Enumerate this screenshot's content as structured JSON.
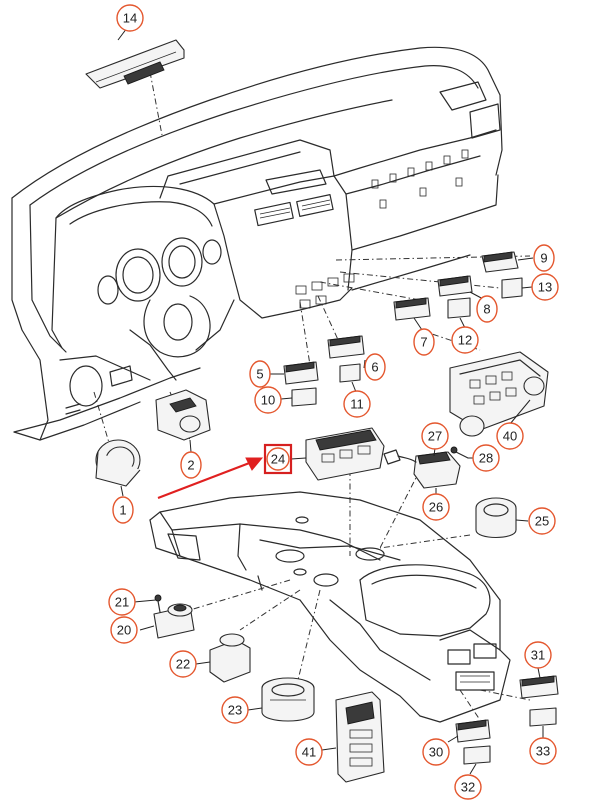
{
  "callouts": [
    {
      "id": "c1",
      "label": "1"
    },
    {
      "id": "c2",
      "label": "2"
    },
    {
      "id": "c5",
      "label": "5"
    },
    {
      "id": "c6",
      "label": "6"
    },
    {
      "id": "c7",
      "label": "7"
    },
    {
      "id": "c8",
      "label": "8"
    },
    {
      "id": "c9",
      "label": "9"
    },
    {
      "id": "c10",
      "label": "10"
    },
    {
      "id": "c11",
      "label": "11"
    },
    {
      "id": "c12",
      "label": "12"
    },
    {
      "id": "c13",
      "label": "13"
    },
    {
      "id": "c14",
      "label": "14"
    },
    {
      "id": "c20",
      "label": "20"
    },
    {
      "id": "c21",
      "label": "21"
    },
    {
      "id": "c22",
      "label": "22"
    },
    {
      "id": "c23",
      "label": "23"
    },
    {
      "id": "c24",
      "label": "24"
    },
    {
      "id": "c25",
      "label": "25"
    },
    {
      "id": "c26",
      "label": "26"
    },
    {
      "id": "c27",
      "label": "27"
    },
    {
      "id": "c28",
      "label": "28"
    },
    {
      "id": "c30",
      "label": "30"
    },
    {
      "id": "c31",
      "label": "31"
    },
    {
      "id": "c32",
      "label": "32"
    },
    {
      "id": "c33",
      "label": "33"
    },
    {
      "id": "c40",
      "label": "40"
    },
    {
      "id": "c41",
      "label": "41"
    }
  ],
  "highlight": {
    "label": "24",
    "color": "#d62020"
  },
  "colors": {
    "callout_stroke": "#e4572e",
    "line": "#2b2b2b",
    "arrow": "#e02020"
  }
}
